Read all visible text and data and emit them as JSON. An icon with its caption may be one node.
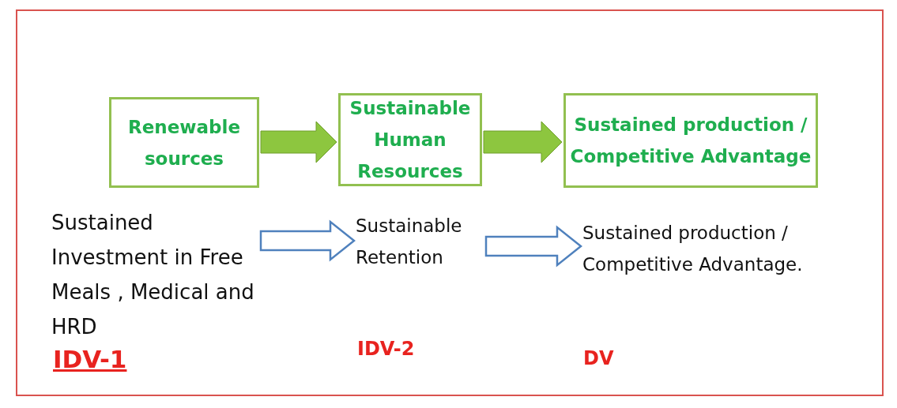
{
  "diagram": {
    "nodes": [
      {
        "text": [
          "Renewable sources"
        ]
      },
      {
        "text": [
          "Sustainable Human Resources"
        ]
      },
      {
        "text": [
          "Sustained production / Competitive Advantage"
        ]
      },
      {
        "text": [
          "Sustained Investment in Free Meals , Medical and HRD"
        ]
      },
      {
        "text": [
          "Sustainable Retention"
        ]
      },
      {
        "text": [
          "Sustained production / Competitive  Advantage."
        ]
      }
    ],
    "edges": [
      {
        "from": 0,
        "to": 1,
        "arrow": "to",
        "style": "thick",
        "color": "#8dc63f"
      },
      {
        "from": 1,
        "to": 2,
        "arrow": "to",
        "style": "thick",
        "color": "#8dc63f"
      },
      {
        "from": 3,
        "to": 4,
        "arrow": "to",
        "color": "#4f81bd"
      },
      {
        "from": 4,
        "to": 5,
        "arrow": "to",
        "color": "#4f81bd"
      }
    ],
    "labels": [
      "IDV-1",
      "IDV-2",
      "DV"
    ]
  }
}
